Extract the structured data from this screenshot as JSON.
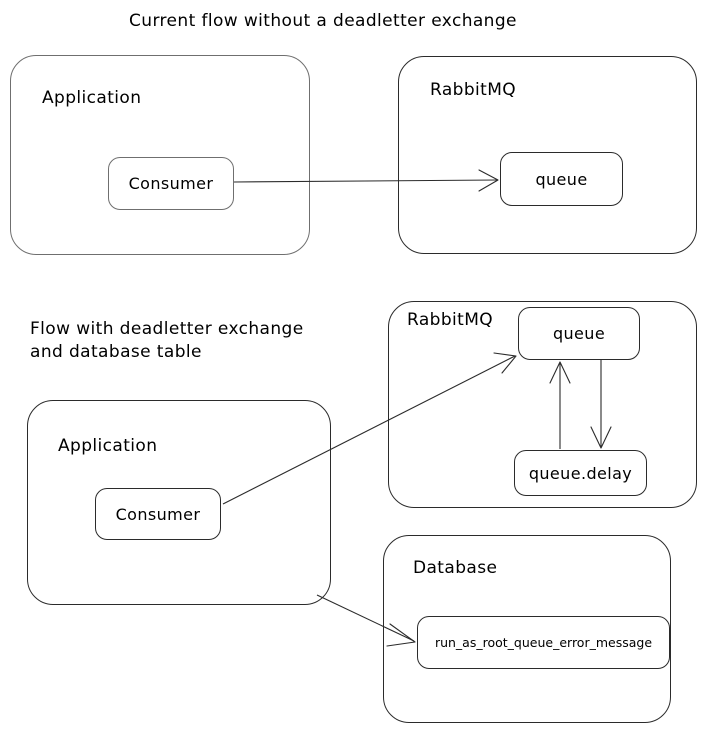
{
  "diagram": {
    "type": "flow-diagram",
    "background_color": "#ffffff",
    "stroke_color": "#2b2b2b",
    "text_color": "#000000",
    "sections": [
      {
        "id": "current-flow",
        "title": "Current flow without a deadletter exchange",
        "groups": [
          {
            "id": "application-top",
            "label": "Application",
            "nodes": [
              {
                "id": "consumer-top",
                "label": "Consumer"
              }
            ]
          },
          {
            "id": "rabbitmq-top",
            "label": "RabbitMQ",
            "nodes": [
              {
                "id": "queue-top",
                "label": "queue"
              }
            ]
          }
        ],
        "edges": [
          {
            "from": "consumer-top",
            "to": "queue-top",
            "direction": "forward"
          }
        ]
      },
      {
        "id": "deadletter-flow",
        "title": "Flow with deadletter exchange\nand database table",
        "title_line_1": "Flow with deadletter exchange",
        "title_line_2": "and database table",
        "groups": [
          {
            "id": "application-bottom",
            "label": "Application",
            "nodes": [
              {
                "id": "consumer-bottom",
                "label": "Consumer"
              }
            ]
          },
          {
            "id": "rabbitmq-bottom",
            "label": "RabbitMQ",
            "nodes": [
              {
                "id": "queue-bottom",
                "label": "queue"
              },
              {
                "id": "queue-delay",
                "label": "queue.delay"
              }
            ]
          },
          {
            "id": "database",
            "label": "Database",
            "nodes": [
              {
                "id": "error-table",
                "label": "run_as_root_queue_error_message"
              }
            ]
          }
        ],
        "edges": [
          {
            "from": "consumer-bottom",
            "to": "queue-bottom",
            "direction": "forward"
          },
          {
            "from": "queue-bottom",
            "to": "queue-delay",
            "direction": "forward"
          },
          {
            "from": "queue-delay",
            "to": "queue-bottom",
            "direction": "forward"
          },
          {
            "from": "application-bottom",
            "to": "error-table",
            "direction": "forward"
          }
        ]
      }
    ]
  }
}
